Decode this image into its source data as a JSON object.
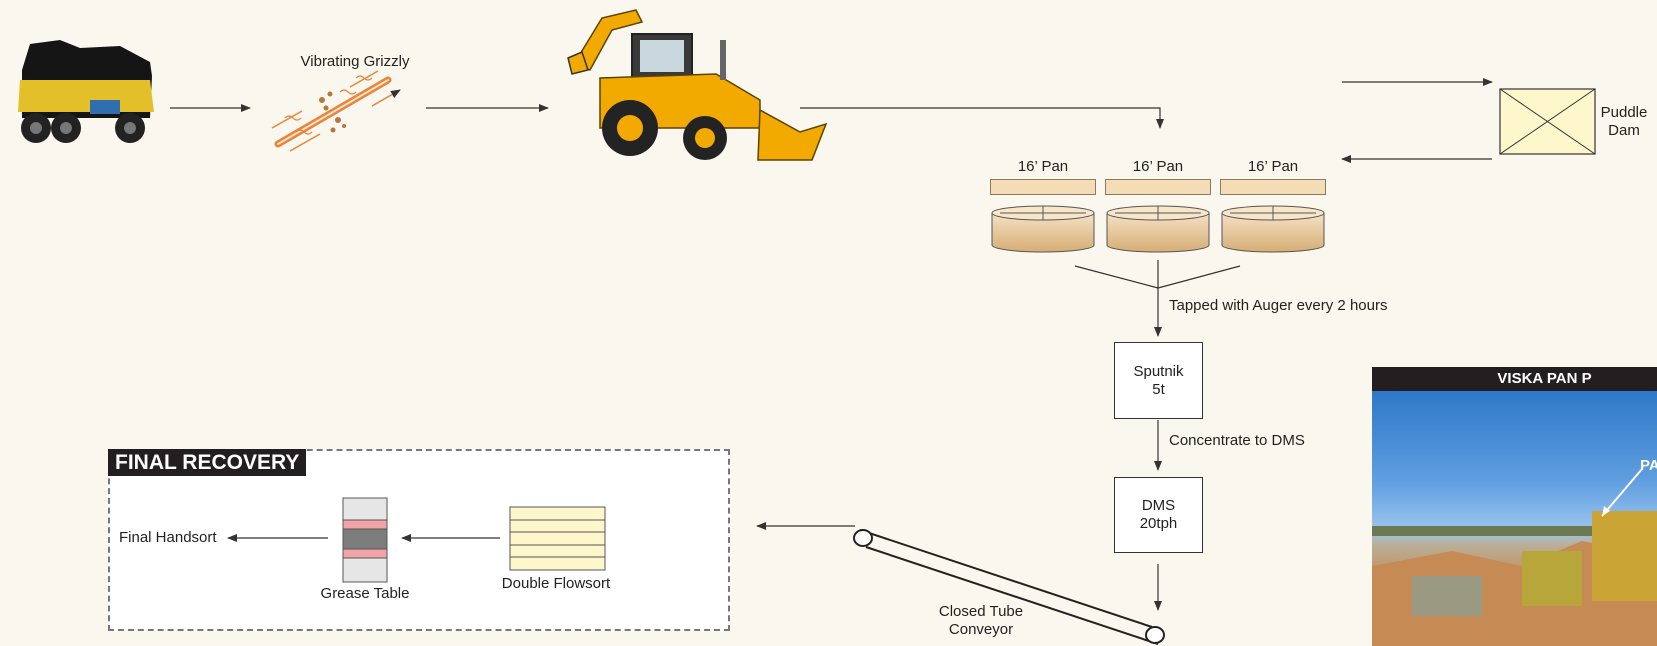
{
  "labels": {
    "vibrating_grizzly": "Vibrating Grizzly",
    "pan1": "16’ Pan",
    "pan2": "16’ Pan",
    "pan3": "16’ Pan",
    "puddle_dam_line1": "Puddle",
    "puddle_dam_line2": "Dam",
    "tapped": "Tapped with Auger every 2 hours",
    "sputnik_line1": "Sputnik",
    "sputnik_line2": "5t",
    "concentrate": "Concentrate to DMS",
    "dms_line1": "DMS",
    "dms_line2": "20tph",
    "conveyor_line1": "Closed Tube",
    "conveyor_line2": "Conveyor",
    "final_recovery": "FINAL RECOVERY",
    "final_handsort": "Final Handsort",
    "grease_table": "Grease Table",
    "double_flowsort": "Double Flowsort",
    "photo_title": "VISKA PAN P",
    "photo_label": "PA"
  },
  "icons": {
    "truck": "haul-truck-icon",
    "grizzly": "vibrating-grizzly-icon",
    "loader": "backhoe-loader-icon",
    "pan": "rotary-pan-icon",
    "dam": "puddle-dam-icon",
    "grease_table": "grease-table-icon",
    "flowsort": "flowsort-icon",
    "conveyor": "tube-conveyor-icon"
  },
  "colors": {
    "background": "#faf7ef",
    "pan_fill": "#f3dcb6",
    "machine_yellow": "#f2a900",
    "grizzly_orange": "#e9843a",
    "title_bar": "#231f20",
    "dam_fill": "#fff7cc"
  }
}
